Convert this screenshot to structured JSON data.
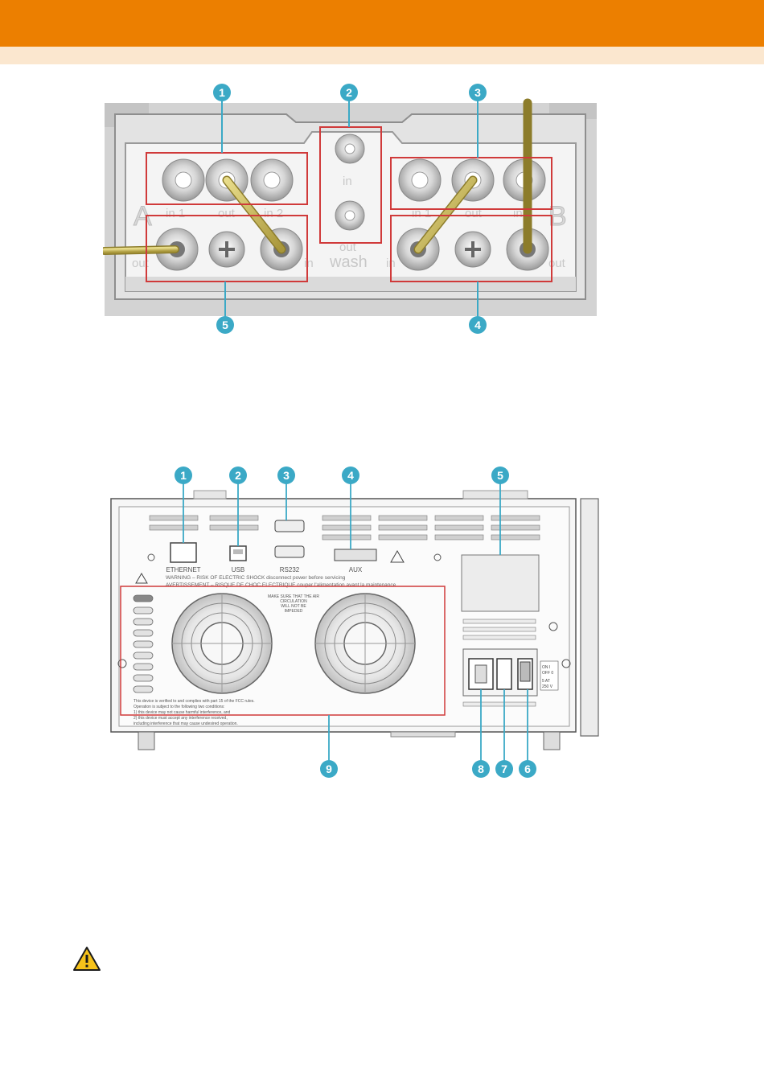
{
  "header": {
    "accent": "#ec7f00",
    "sub_accent": "#fbe7cf"
  },
  "figure1": {
    "callouts": [
      "1",
      "2",
      "3",
      "4",
      "5"
    ],
    "side_a": "A",
    "side_b": "B",
    "port_labels": {
      "a_in1": "in 1",
      "a_out": "out",
      "a_in2": "in 2",
      "a_bottom_out": "out",
      "a_bottom_in": "in",
      "wash_in": "in",
      "wash_out": "out",
      "wash": "wash",
      "b_in1": "in 1",
      "b_out": "out",
      "b_in2": "in",
      "b_bottom_in": "in",
      "b_bottom_out": "out"
    }
  },
  "figure2": {
    "callouts": [
      "1",
      "2",
      "3",
      "4",
      "5",
      "6",
      "7",
      "8",
      "9"
    ],
    "connectors": {
      "ethernet": "ETHERNET",
      "usb": "USB",
      "rs232": "RS232",
      "aux": "AUX"
    },
    "warning_en": "WARNING – RISK OF ELECTRIC SHOCK  disconnect power before servicing",
    "warning_fr": "AVERTISSEMENT – RISQUE DE CHOC ELECTRIQUE  couper l'alimentation avant la maintenance",
    "airflow_note": [
      "MAKE SURE THAT THE AIR",
      "CIRCULATION",
      "WILL NOT BE",
      "IMPEDED"
    ],
    "fcc_text": [
      "This device is verified to and complies with part 15 of the FCC rules.",
      "Operation is subject to the following two conditions:",
      "1) this device may not cause harmful interference, and",
      "2) this device must accept any interference received,",
      "including interference that may cause undesired operation."
    ],
    "switch_label": [
      "ON  I",
      "OFF 0"
    ],
    "fuse_label": [
      "5 AT",
      "250 V"
    ]
  },
  "colors": {
    "callout": "#3ba9c6",
    "highlight_box": "#d03a3a",
    "tubing": "#c9b85a"
  },
  "warning_icon": "warning-triangle-icon"
}
